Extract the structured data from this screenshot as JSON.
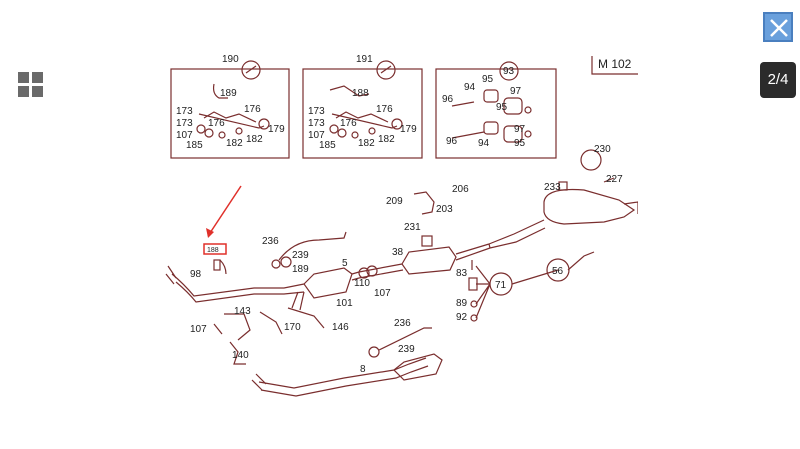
{
  "viewer": {
    "counter": "2/4"
  },
  "icons": {
    "gallery": "grid-icon",
    "close": "close-icon"
  },
  "colors": {
    "line_art": "#7a2e2e",
    "highlight": "#e0302a",
    "counter_bg": "#2b2b2b",
    "close_bg": "#6aa0dc"
  },
  "diagram": {
    "model": "M 102",
    "panel1": {
      "ref": "190",
      "labels": [
        "189",
        "173",
        "173",
        "176",
        "176",
        "107",
        "179",
        "185",
        "182",
        "182"
      ]
    },
    "panel2": {
      "ref": "191",
      "labels": [
        "188",
        "173",
        "173",
        "176",
        "176",
        "107",
        "179",
        "185",
        "182",
        "182"
      ]
    },
    "panel3": {
      "ref": "93",
      "labels": [
        "94",
        "95",
        "96",
        "97",
        "95",
        "96",
        "94",
        "97",
        "95"
      ]
    },
    "parts": [
      "230",
      "227",
      "233",
      "209",
      "206",
      "203",
      "231",
      "38",
      "236",
      "239",
      "189",
      "98",
      "5",
      "110",
      "107",
      "101",
      "83",
      "71",
      "56",
      "89",
      "92",
      "143",
      "170",
      "146",
      "107",
      "140",
      "236",
      "239",
      "8"
    ],
    "highlight_label": "188"
  }
}
